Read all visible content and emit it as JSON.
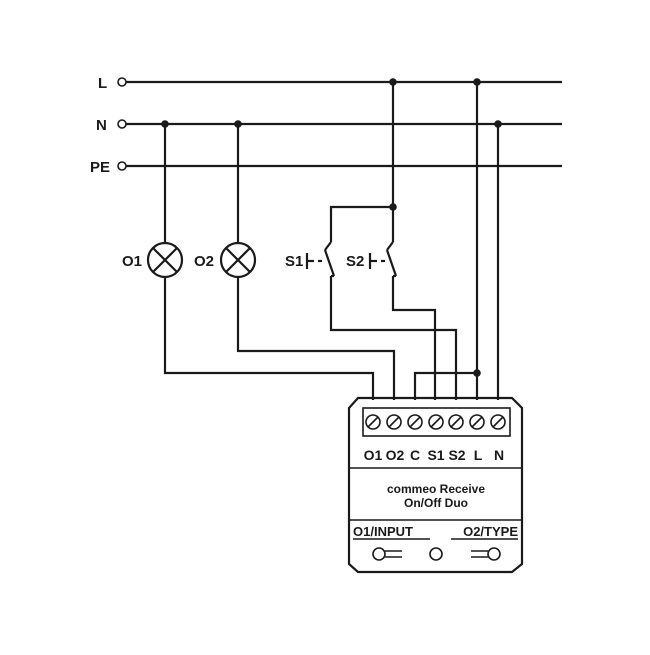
{
  "lines": {
    "l": "L",
    "n": "N",
    "pe": "PE"
  },
  "lamps": {
    "o1": "O1",
    "o2": "O2"
  },
  "switches": {
    "s1": "S1",
    "s2": "S2"
  },
  "device": {
    "terminals": [
      "O1",
      "O2",
      "C",
      "S1",
      "S2",
      "L",
      "N"
    ],
    "name_line1": "commeo Receive",
    "name_line2": "On/Off Duo",
    "button_left": "O1/INPUT",
    "button_right": "O2/TYPE"
  }
}
